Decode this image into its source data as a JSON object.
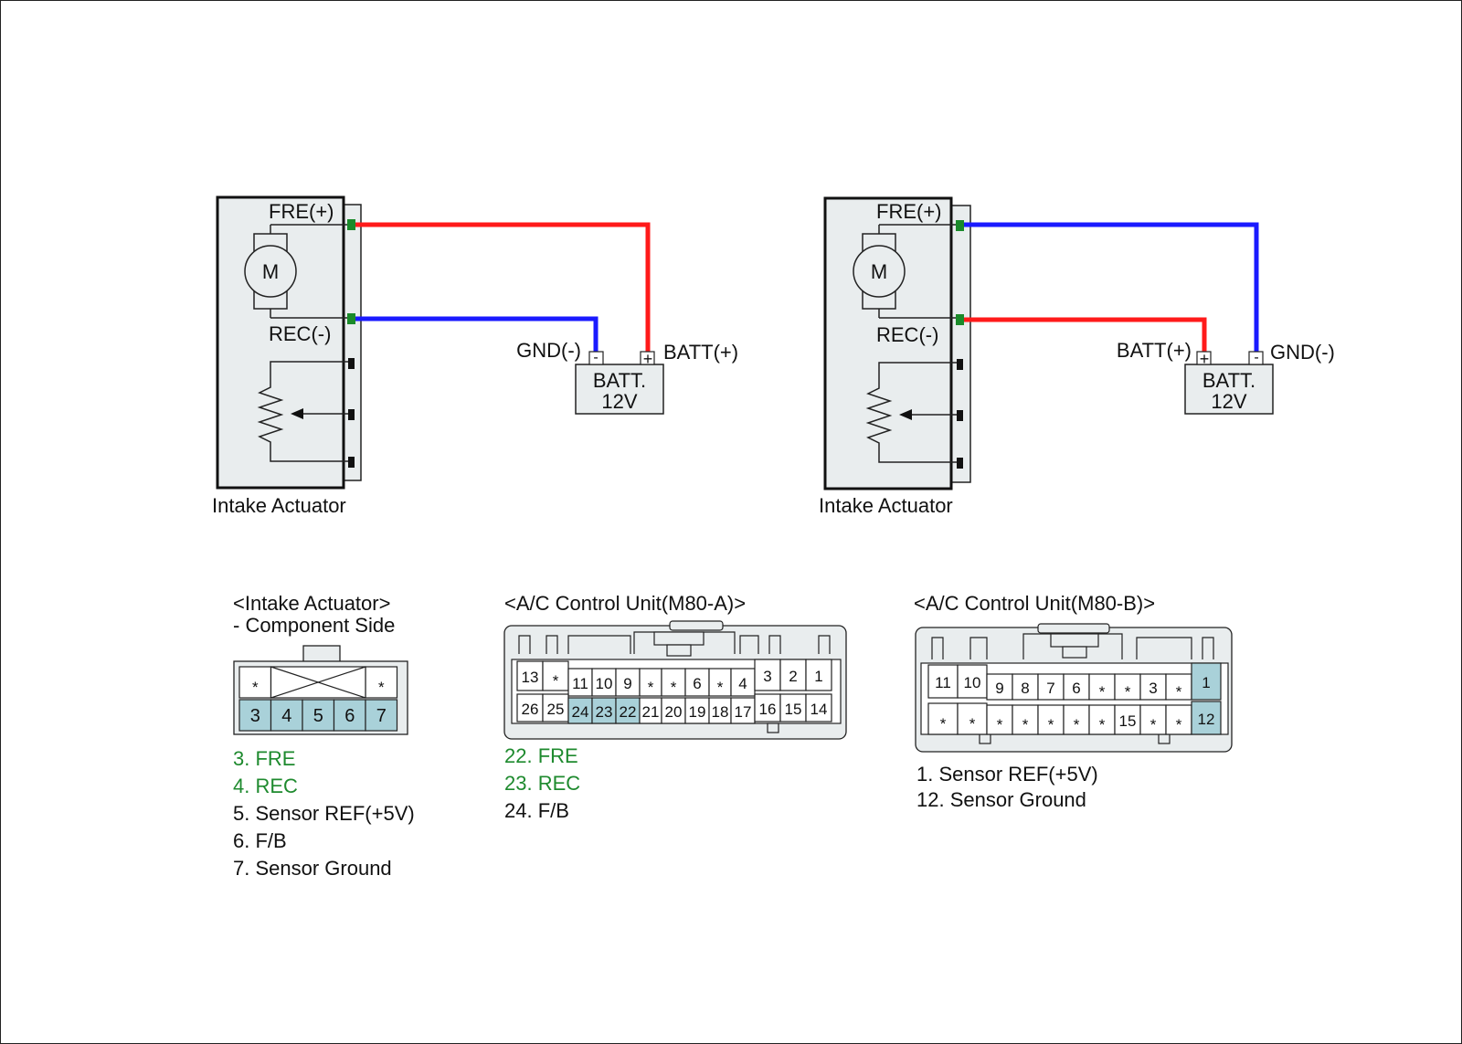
{
  "colors": {
    "wire_red": "#ff1a1a",
    "wire_blue": "#1a1aff",
    "terminal_green": "#1a8a2a",
    "body_fill": "#e9edee",
    "highlight_pin": "#a9d1d9",
    "legend_green": "#1e8a2e"
  },
  "diagrams": [
    {
      "fre_label": "FRE(+)",
      "rec_label": "REC(-)",
      "motor_label": "M",
      "caption": "Intake Actuator",
      "battery": {
        "line1": "BATT.",
        "line2": "12V"
      },
      "gnd_label": "GND(-)",
      "batt_label": "BATT(+)",
      "minus_sign": "-",
      "plus_sign": "+"
    },
    {
      "fre_label": "FRE(+)",
      "rec_label": "REC(-)",
      "motor_label": "M",
      "caption": "Intake Actuator",
      "battery": {
        "line1": "BATT.",
        "line2": "12V"
      },
      "gnd_label": "GND(-)",
      "batt_label": "BATT(+)",
      "minus_sign": "-",
      "plus_sign": "+"
    }
  ],
  "connectors": {
    "actuator": {
      "title": "<Intake Actuator>",
      "subtitle": "- Component Side",
      "top_row": [
        "*",
        "",
        "",
        "",
        "*"
      ],
      "bottom_row": [
        "3",
        "4",
        "5",
        "6",
        "7"
      ],
      "highlighted": [
        "3",
        "4",
        "5",
        "6",
        "7"
      ],
      "legend": [
        {
          "text": "3. FRE",
          "green": true
        },
        {
          "text": "4. REC",
          "green": true
        },
        {
          "text": "5. Sensor REF(+5V)",
          "green": false
        },
        {
          "text": "6. F/B",
          "green": false
        },
        {
          "text": "7. Sensor Ground",
          "green": false
        }
      ]
    },
    "m80a": {
      "title": "<A/C Control Unit(M80-A)>",
      "top_row": [
        "13",
        "*",
        "11",
        "10",
        "9",
        "*",
        "*",
        "6",
        "*",
        "4",
        "3",
        "2",
        "1"
      ],
      "bottom_row": [
        "26",
        "25",
        "24",
        "23",
        "22",
        "21",
        "20",
        "19",
        "18",
        "17",
        "16",
        "15",
        "14"
      ],
      "highlighted": [
        "24",
        "23",
        "22"
      ],
      "legend": [
        {
          "text": "22. FRE",
          "green": true
        },
        {
          "text": "23. REC",
          "green": true
        },
        {
          "text": "24. F/B",
          "green": false
        }
      ]
    },
    "m80b": {
      "title": "<A/C Control Unit(M80-B)>",
      "top_row": [
        "11",
        "10",
        "9",
        "8",
        "7",
        "6",
        "*",
        "*",
        "3",
        "*",
        "1"
      ],
      "bottom_row": [
        "*",
        "*",
        "*",
        "*",
        "*",
        "*",
        "*",
        "15",
        "*",
        "*",
        "12"
      ],
      "highlighted": [
        "1",
        "12"
      ],
      "legend": [
        {
          "text": "1. Sensor REF(+5V)",
          "green": false
        },
        {
          "text": "12. Sensor Ground",
          "green": false
        }
      ]
    }
  }
}
